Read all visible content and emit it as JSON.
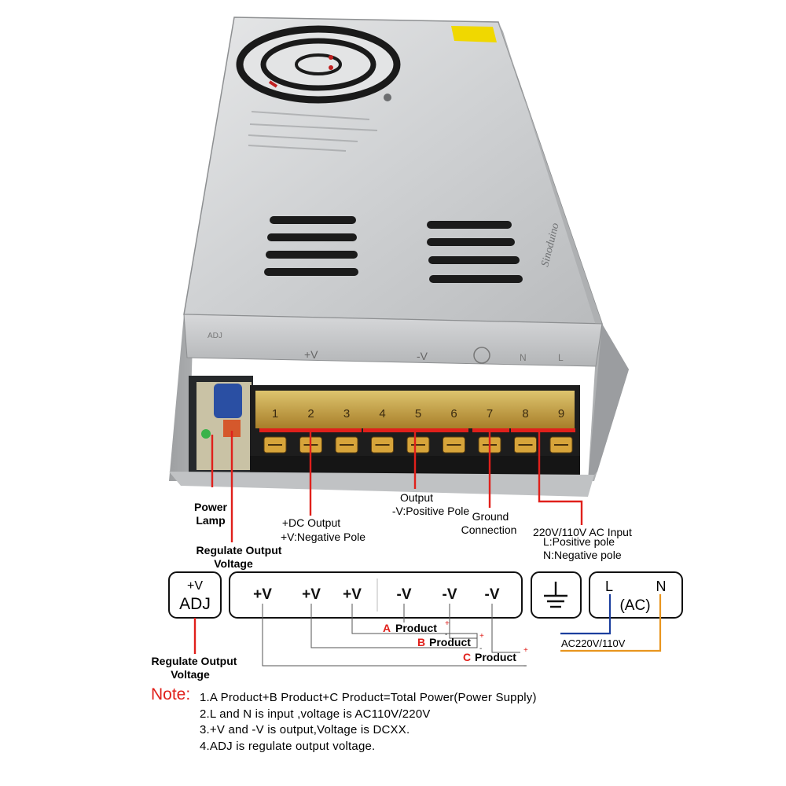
{
  "device": {
    "terminal_numbers": [
      "1",
      "2",
      "3",
      "4",
      "5",
      "6",
      "7",
      "8",
      "9"
    ],
    "strip_labels": [
      "+V",
      "-V",
      "N",
      "L"
    ],
    "adj_knob_label": "ADJ"
  },
  "callouts": {
    "power_lamp": [
      "Power",
      "Lamp"
    ],
    "regulate_top": [
      "Regulate Output",
      "Voltage"
    ],
    "dc_output": [
      "+DC Output",
      "+V:Negative Pole"
    ],
    "output": [
      "Output",
      "-V:Positive Pole"
    ],
    "ground": [
      "Ground",
      "Connection"
    ],
    "ac_input": [
      "220V/110V AC Input",
      "L:Positive pole",
      "N:Negative pole"
    ]
  },
  "schematic": {
    "adj_box": {
      "top": "+V",
      "bottom": "ADJ"
    },
    "output_terms": [
      "+V",
      "+V",
      "+V",
      "-V",
      "-V",
      "-V"
    ],
    "products": [
      {
        "letter": "A",
        "text": "Product"
      },
      {
        "letter": "B",
        "text": "Product"
      },
      {
        "letter": "C",
        "text": "Product"
      }
    ],
    "plus_sign": "+",
    "minus_sign": "-",
    "ac_box": {
      "l": "L",
      "n": "N",
      "center": "(AC)"
    },
    "ac_line_label": "AC220V/110V",
    "regulate_bottom": [
      "Regulate Output",
      "Voltage"
    ]
  },
  "notes": {
    "head": "Note:",
    "lines": [
      "1.A Product+B Product+C Product=Total Power(Power Supply)",
      "2.L and N is input ,voltage is AC110V/220V",
      "3.+V and  -V is output,Voltage is DCXX.",
      "4.ADJ is regulate output voltage."
    ]
  },
  "colors": {
    "accent_red": "#e0201b",
    "wire_blue": "#1c3f9e",
    "wire_orange": "#e8951e",
    "metal": "#c9cbcd"
  }
}
